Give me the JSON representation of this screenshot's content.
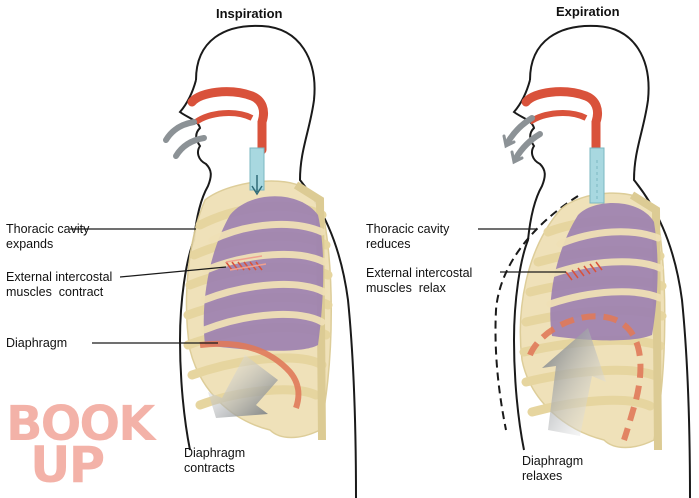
{
  "panels": {
    "inspiration": {
      "title": "Inspiration",
      "labels": {
        "thoracic": "Thoracic cavity\nexpands",
        "intercostal": "External intercostal\nmuscles  contract",
        "diaphragm": "Diaphragm",
        "diaphragm_action": "Diaphragm\ncontracts"
      }
    },
    "expiration": {
      "title": "Expiration",
      "labels": {
        "thoracic": "Thoracic cavity\nreduces",
        "intercostal": "External intercostal\nmuscles  relax",
        "diaphragm_action": "Diaphragm\nrelaxes"
      }
    }
  },
  "watermark": {
    "line1": "BOOK",
    "line2": "UP"
  },
  "colors": {
    "rib": "#efe0b6",
    "lung": "#9b7fb0",
    "airway": "#d9523b",
    "trachea": "#a8d8e0",
    "diaphragm": "#e07a5a",
    "arrow": "#7f8487",
    "watermark": "#f2a59a"
  }
}
